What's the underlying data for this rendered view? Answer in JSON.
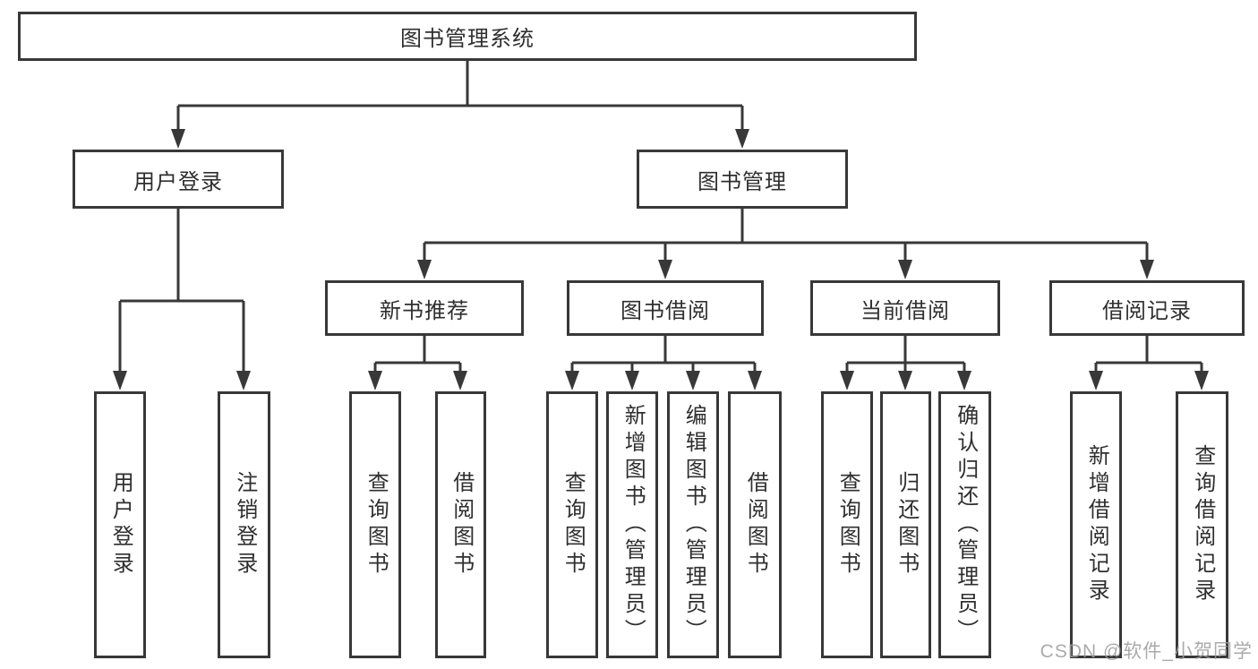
{
  "diagram": {
    "root": {
      "label": "图书管理系统"
    },
    "level2": [
      {
        "label": "用户登录"
      },
      {
        "label": "图书管理"
      }
    ],
    "level3": [
      {
        "label": "新书推荐"
      },
      {
        "label": "图书借阅"
      },
      {
        "label": "当前借阅"
      },
      {
        "label": "借阅记录"
      }
    ],
    "leaves": {
      "user_login": [
        {
          "label": "用户登录"
        },
        {
          "label": "注销登录"
        }
      ],
      "new_book_recommend": [
        {
          "label": "查询图书"
        },
        {
          "label": "借阅图书"
        }
      ],
      "book_borrow": [
        {
          "label": "查询图书"
        },
        {
          "label": "新增图书（管理员）"
        },
        {
          "label": "编辑图书（管理员）"
        },
        {
          "label": "借阅图书"
        }
      ],
      "current_borrow": [
        {
          "label": "查询图书"
        },
        {
          "label": "归还图书"
        },
        {
          "label": "确认归还（管理员）"
        }
      ],
      "borrow_records": [
        {
          "label": "新增借阅记录"
        },
        {
          "label": "查询借阅记录"
        }
      ]
    }
  },
  "watermark": "CSDN @软件_小贺同学",
  "colors": {
    "line": "#383838",
    "box_border": "#383838",
    "text": "#2f2f2f",
    "background": "#ffffff",
    "watermark": "#9c9c9c"
  }
}
